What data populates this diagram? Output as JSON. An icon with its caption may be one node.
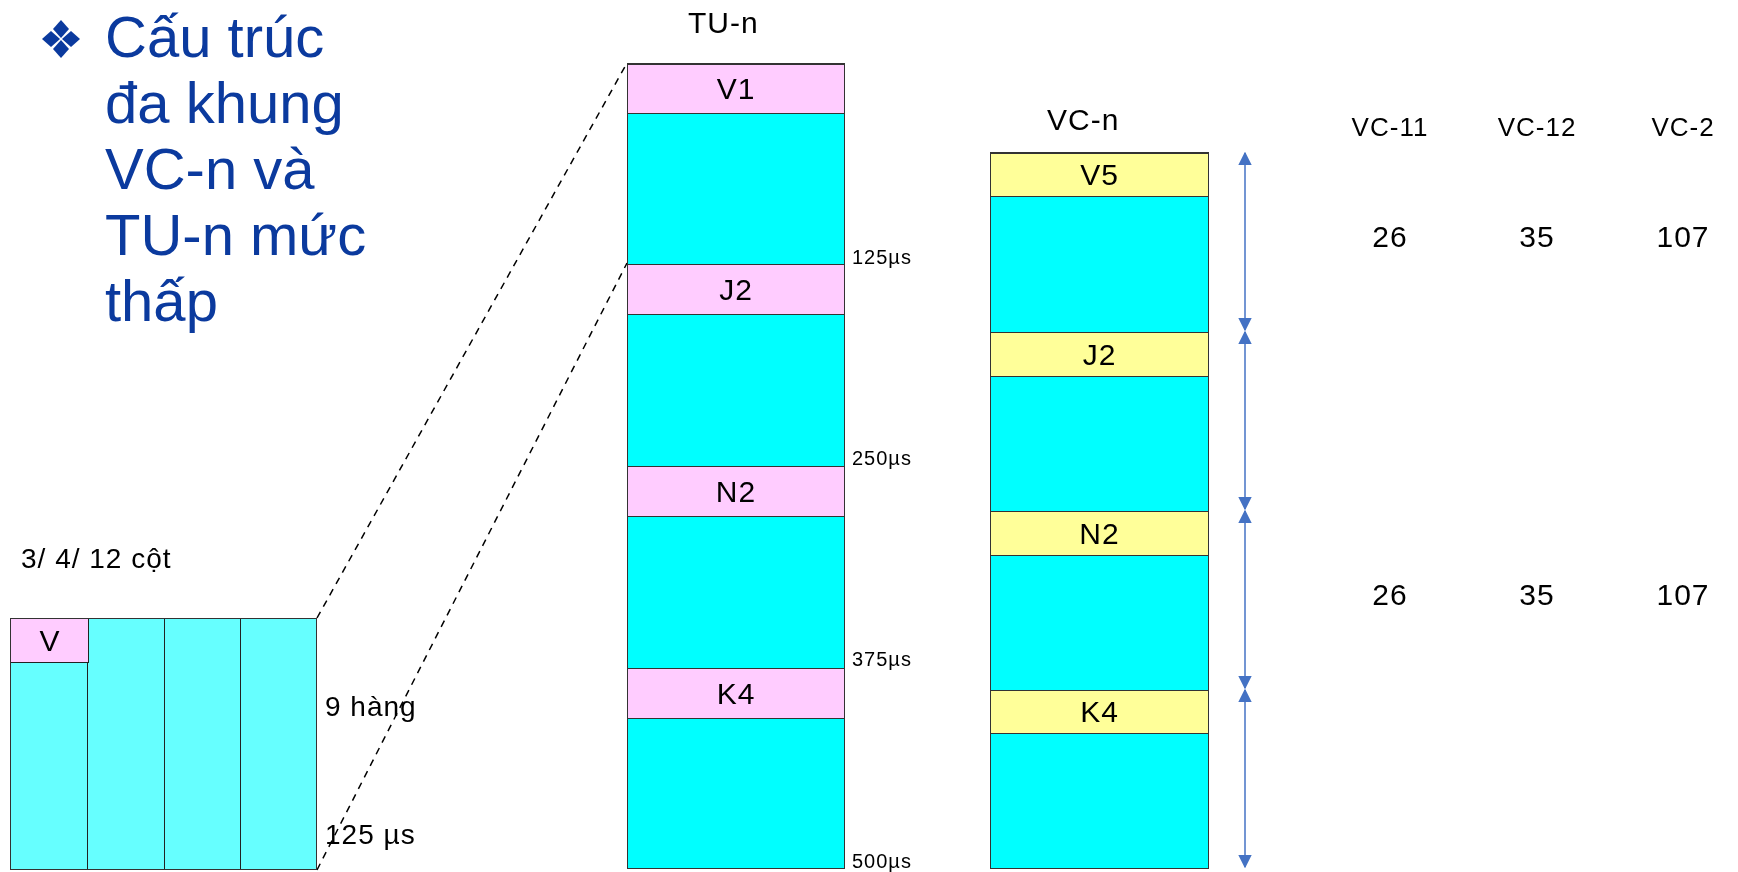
{
  "diagram": {
    "title": "Cấu trúc đa khung VC-n và TU-n mức thấp",
    "nodes": [
      {
        "text": [
          "3/ 4/ 12 cột"
        ],
        "beside": [
          "9 hàng",
          "125 µs"
        ]
      },
      {
        "text": [
          "V"
        ],
        "in": 0
      },
      {
        "text": [
          "TU-n"
        ]
      },
      {
        "text": [
          "V1"
        ],
        "in": 2
      },
      {
        "text": [
          "J2"
        ],
        "in": 2
      },
      {
        "text": [
          "N2"
        ],
        "in": 2
      },
      {
        "text": [
          "K4"
        ],
        "in": 2
      },
      {
        "text": [
          "VC-n"
        ]
      },
      {
        "text": [
          "V5"
        ],
        "in": 7
      },
      {
        "text": [
          "J2"
        ],
        "in": 7
      },
      {
        "text": [
          "N2"
        ],
        "in": 7
      },
      {
        "text": [
          "K4"
        ],
        "in": 7
      }
    ],
    "edges": [
      {
        "from": 0,
        "to": 3,
        "arrow": "none",
        "style": "dashed"
      },
      {
        "from": 0,
        "to": 4,
        "arrow": "none",
        "style": "dashed"
      }
    ],
    "labels": [
      "125µs",
      "250µs",
      "375µs",
      "500µs",
      "VC-11",
      "VC-12",
      "VC-2",
      "26",
      "35",
      "107",
      "26",
      "35",
      "107"
    ]
  }
}
